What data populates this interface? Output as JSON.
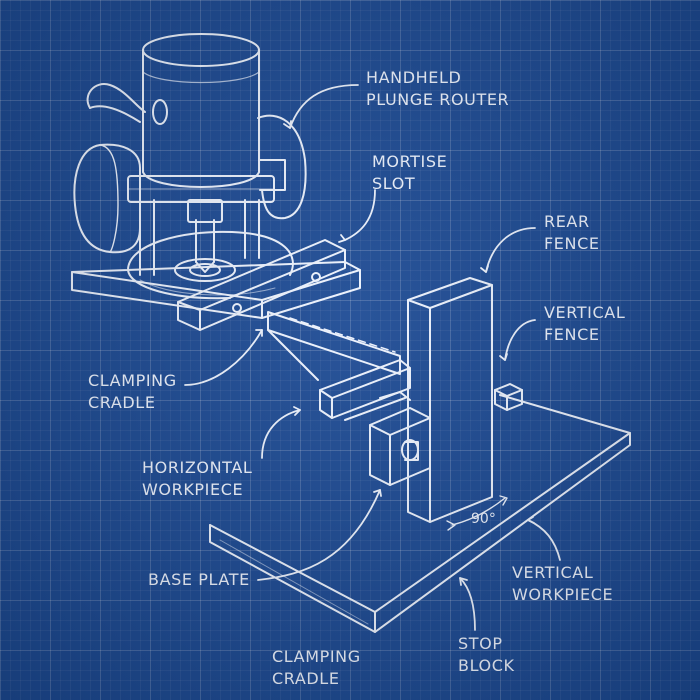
{
  "labels": {
    "handheld_plunge_router": "HANDHELD\nPLUNGE ROUTER",
    "mortise_slot": "MORTISE\nSLOT",
    "rear_fence": "REAR\nFENCE",
    "vertical_fence": "VERTICAL\nFENCE",
    "clamping_cradle_left": "CLAMPING\nCRADLE",
    "horizontal_workpiece": "HORIZONTAL\nWORKPIECE",
    "base_plate": "BASE PLATE",
    "vertical_workpiece": "VERTICAL\nWORKPIECE",
    "stop_block": "STOP\nBLOCK",
    "clamping_cradle_bottom": "CLAMPING\nCRADLE"
  },
  "dimension": {
    "angle": "90°"
  },
  "colors": {
    "background": "#1c4a94",
    "line": "#eef4ff"
  }
}
